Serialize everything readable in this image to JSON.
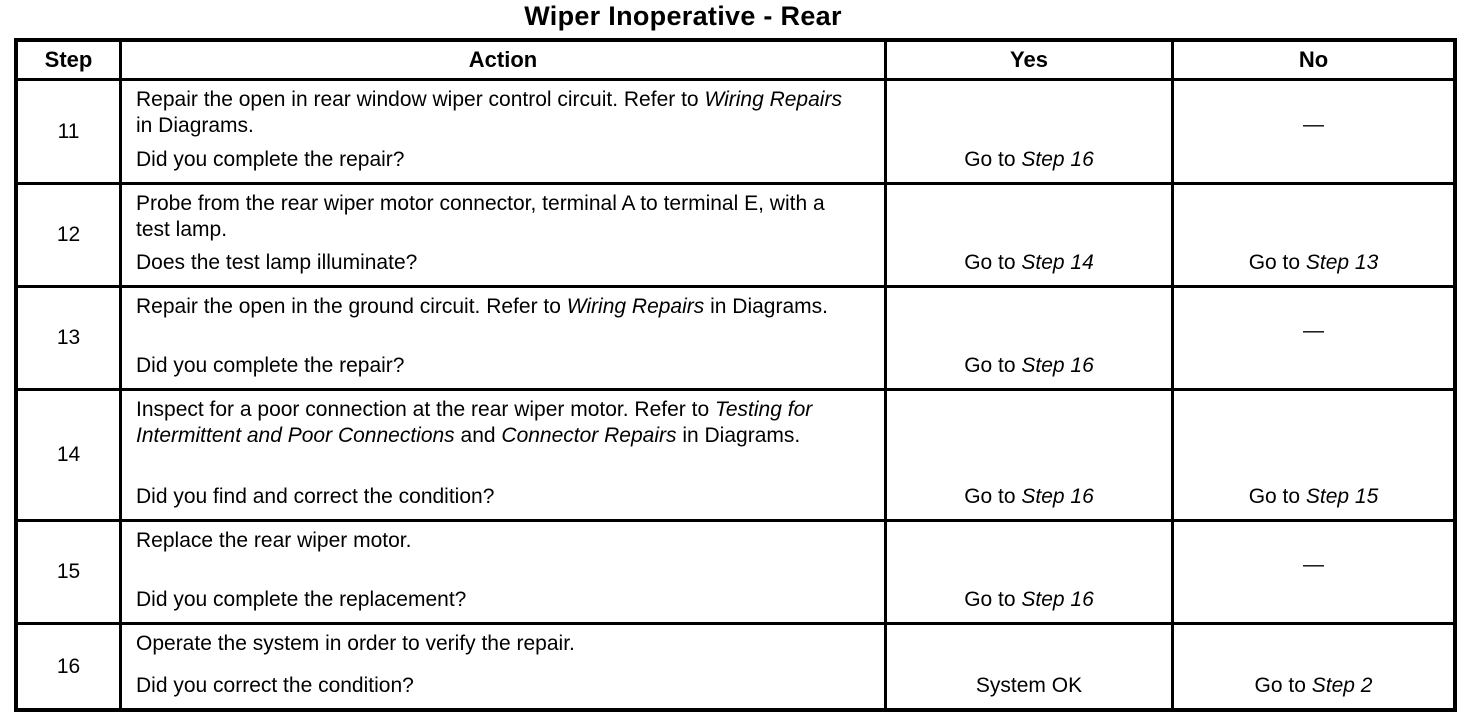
{
  "title": "Wiper Inoperative - Rear",
  "table": {
    "headers": {
      "step": "Step",
      "action": "Action",
      "yes": "Yes",
      "no": "No"
    },
    "rows": [
      {
        "step": "11",
        "action": [
          {
            "t": "Repair the open in rear window wiper control circuit. Refer to "
          },
          {
            "t": "Wiring Repairs",
            "i": true
          },
          {
            "t": " in Diagrams."
          }
        ],
        "question": "Did you complete the repair?",
        "yes": [
          {
            "t": "Go to "
          },
          {
            "t": "Step 16",
            "i": true
          }
        ],
        "no": "—"
      },
      {
        "step": "12",
        "action": [
          {
            "t": "Probe from the rear wiper motor connector, terminal A to terminal E, with a test lamp."
          }
        ],
        "question": "Does the test lamp illuminate?",
        "yes": [
          {
            "t": "Go to "
          },
          {
            "t": "Step 14",
            "i": true
          }
        ],
        "no": [
          {
            "t": "Go to "
          },
          {
            "t": "Step 13",
            "i": true
          }
        ]
      },
      {
        "step": "13",
        "action": [
          {
            "t": "Repair the open in the ground circuit. Refer to "
          },
          {
            "t": "Wiring Repairs",
            "i": true
          },
          {
            "t": " in Diagrams."
          }
        ],
        "question": "Did you complete the repair?",
        "yes": [
          {
            "t": "Go to "
          },
          {
            "t": "Step 16",
            "i": true
          }
        ],
        "no": "—"
      },
      {
        "step": "14",
        "action": [
          {
            "t": "Inspect for a poor connection at the rear wiper motor. Refer to "
          },
          {
            "t": "Testing for Intermittent and Poor Connections",
            "i": true
          },
          {
            "t": " and "
          },
          {
            "t": "Connector Repairs",
            "i": true
          },
          {
            "t": " in Diagrams."
          }
        ],
        "question": "Did you find and correct the condition?",
        "yes": [
          {
            "t": "Go to "
          },
          {
            "t": "Step 16",
            "i": true
          }
        ],
        "no": [
          {
            "t": "Go to "
          },
          {
            "t": "Step 15",
            "i": true
          }
        ]
      },
      {
        "step": "15",
        "action": [
          {
            "t": "Replace the rear wiper motor."
          }
        ],
        "question": "Did you complete the replacement?",
        "yes": [
          {
            "t": "Go to "
          },
          {
            "t": "Step 16",
            "i": true
          }
        ],
        "no": "—"
      },
      {
        "step": "16",
        "action": [
          {
            "t": "Operate the system in order to verify the repair."
          }
        ],
        "question": "Did you correct the condition?",
        "yes": "System OK",
        "no": [
          {
            "t": "Go to "
          },
          {
            "t": "Step 2",
            "i": true
          }
        ]
      }
    ]
  }
}
